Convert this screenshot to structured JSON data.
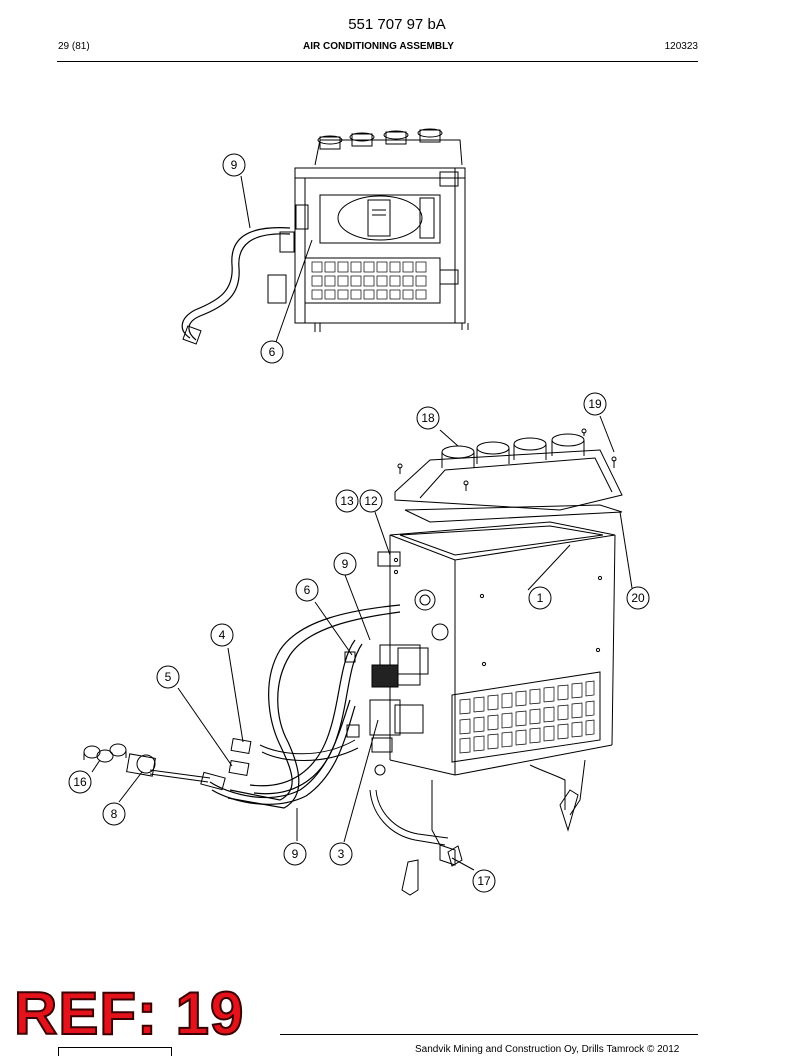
{
  "header": {
    "doc_number": "551 707 97 bA",
    "page": "29 (81)",
    "title": "AIR CONDITIONING ASSEMBLY",
    "code": "120323"
  },
  "callouts_top": [
    "9",
    "6"
  ],
  "callouts_bottom": [
    "19",
    "18",
    "13",
    "12",
    "9",
    "6",
    "1",
    "20",
    "4",
    "5",
    "16",
    "8",
    "9",
    "3",
    "17"
  ],
  "stamp": {
    "text": "REF: 19",
    "color": "#e3121b"
  },
  "footer": {
    "copyright": "Sandvik Mining and Construction Oy, Drills Tamrock © 2012"
  }
}
